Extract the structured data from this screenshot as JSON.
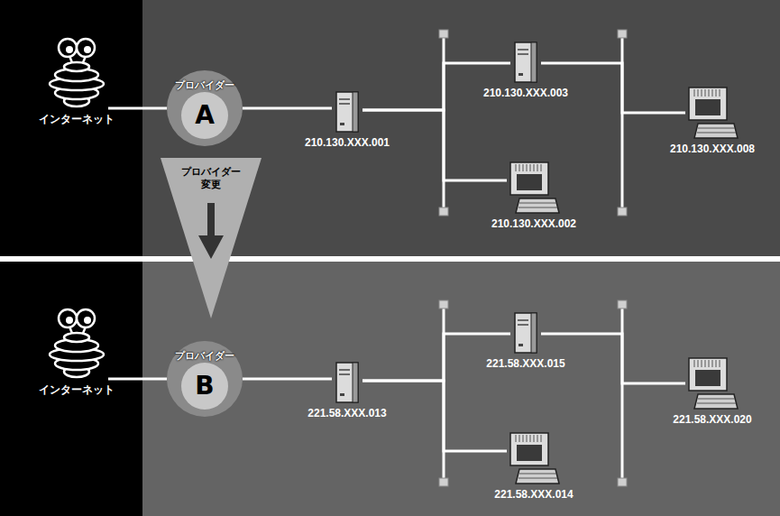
{
  "diagram": {
    "nodes": [
      {
        "text": [
          "インターネット"
        ]
      },
      {
        "text": [
          "プロバイダー",
          "A"
        ]
      },
      {
        "text": [
          "210.130.XXX.001"
        ]
      },
      {
        "text": [
          "210.130.XXX.003"
        ]
      },
      {
        "text": [
          "210.130.XXX.002"
        ]
      },
      {
        "text": [
          "210.130.XXX.008"
        ]
      },
      {
        "text": [
          "プロバイダー 変更"
        ]
      },
      {
        "text": [
          "インターネット"
        ]
      },
      {
        "text": [
          "プロバイダー",
          "B"
        ]
      },
      {
        "text": [
          "221.58.XXX.013"
        ]
      },
      {
        "text": [
          "221.58.XXX.015"
        ]
      },
      {
        "text": [
          "221.58.XXX.014"
        ]
      },
      {
        "text": [
          "221.58.XXX.020"
        ]
      }
    ],
    "edges": [
      {
        "from": 0,
        "to": 1,
        "arrow": "none"
      },
      {
        "from": 1,
        "to": 2,
        "arrow": "none"
      },
      {
        "from": 2,
        "to": 3,
        "arrow": "none"
      },
      {
        "from": 2,
        "to": 4,
        "arrow": "none"
      },
      {
        "from": 3,
        "to": 5,
        "arrow": "none"
      },
      {
        "from": 7,
        "to": 8,
        "arrow": "none"
      },
      {
        "from": 8,
        "to": 9,
        "arrow": "none"
      },
      {
        "from": 9,
        "to": 10,
        "arrow": "none"
      },
      {
        "from": 9,
        "to": 11,
        "arrow": "none"
      },
      {
        "from": 10,
        "to": 12,
        "arrow": "none"
      }
    ]
  }
}
